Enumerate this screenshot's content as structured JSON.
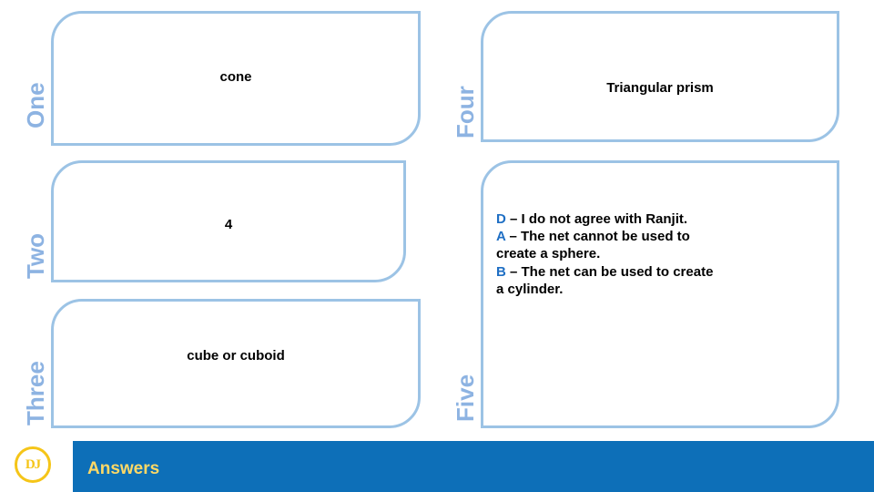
{
  "slide": {
    "labels": {
      "one": "One",
      "two": "Two",
      "three": "Three",
      "four": "Four",
      "five": "Five"
    },
    "answers": {
      "one": "cone",
      "two": "4",
      "three": "cube or cuboid",
      "four": "Triangular prism",
      "five": {
        "line1_letter": "D",
        "line1_text": " – I do not agree with Ranjit.",
        "line2_letter": "A",
        "line2_text": " – The net cannot be used to",
        "line2_cont": "create a sphere.",
        "line3_letter": "B",
        "line3_text": " – The net can be used to create",
        "line3_cont": "a cylinder."
      }
    },
    "footer": {
      "logo_text": "DJ",
      "title": "Answers"
    },
    "colors": {
      "box_border": "#9cc3e5",
      "label": "#8db3e2",
      "footer_bar": "#0d6fb8",
      "footer_title": "#ffd966",
      "accent_letter": "#1f6fc4"
    }
  }
}
